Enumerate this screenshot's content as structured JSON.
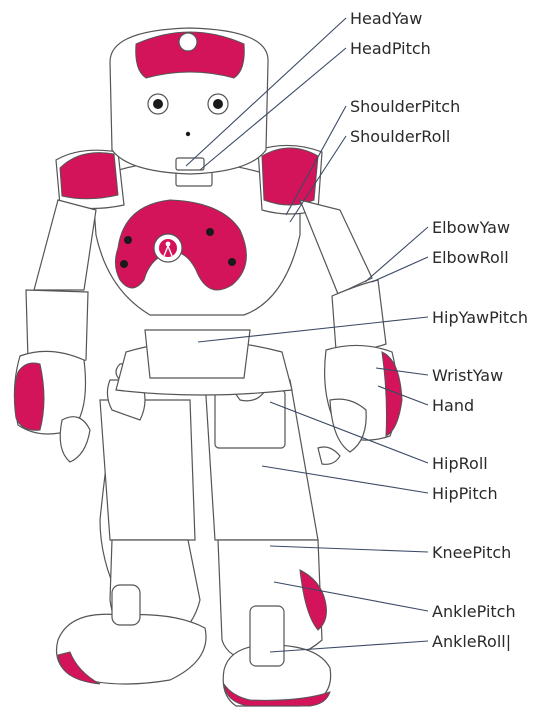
{
  "diagram": {
    "joints": [
      {
        "id": "head-yaw",
        "label": "HeadYaw"
      },
      {
        "id": "head-pitch",
        "label": "HeadPitch"
      },
      {
        "id": "shoulder-pitch",
        "label": "ShoulderPitch"
      },
      {
        "id": "shoulder-roll",
        "label": "ShoulderRoll"
      },
      {
        "id": "elbow-yaw",
        "label": "ElbowYaw"
      },
      {
        "id": "elbow-roll",
        "label": "ElbowRoll"
      },
      {
        "id": "hip-yaw-pitch",
        "label": "HipYawPitch"
      },
      {
        "id": "wrist-yaw",
        "label": "WristYaw"
      },
      {
        "id": "hand",
        "label": "Hand"
      },
      {
        "id": "hip-roll",
        "label": "HipRoll"
      },
      {
        "id": "hip-pitch",
        "label": "HipPitch"
      },
      {
        "id": "knee-pitch",
        "label": "KneePitch"
      },
      {
        "id": "ankle-pitch",
        "label": "AnklePitch"
      },
      {
        "id": "ankle-roll",
        "label": "AnkleRoll|"
      }
    ],
    "colors": {
      "accent": "#d4145a",
      "outline": "#555555",
      "leader_line": "#3b4a66",
      "label_text": "#2a2a2a"
    }
  }
}
